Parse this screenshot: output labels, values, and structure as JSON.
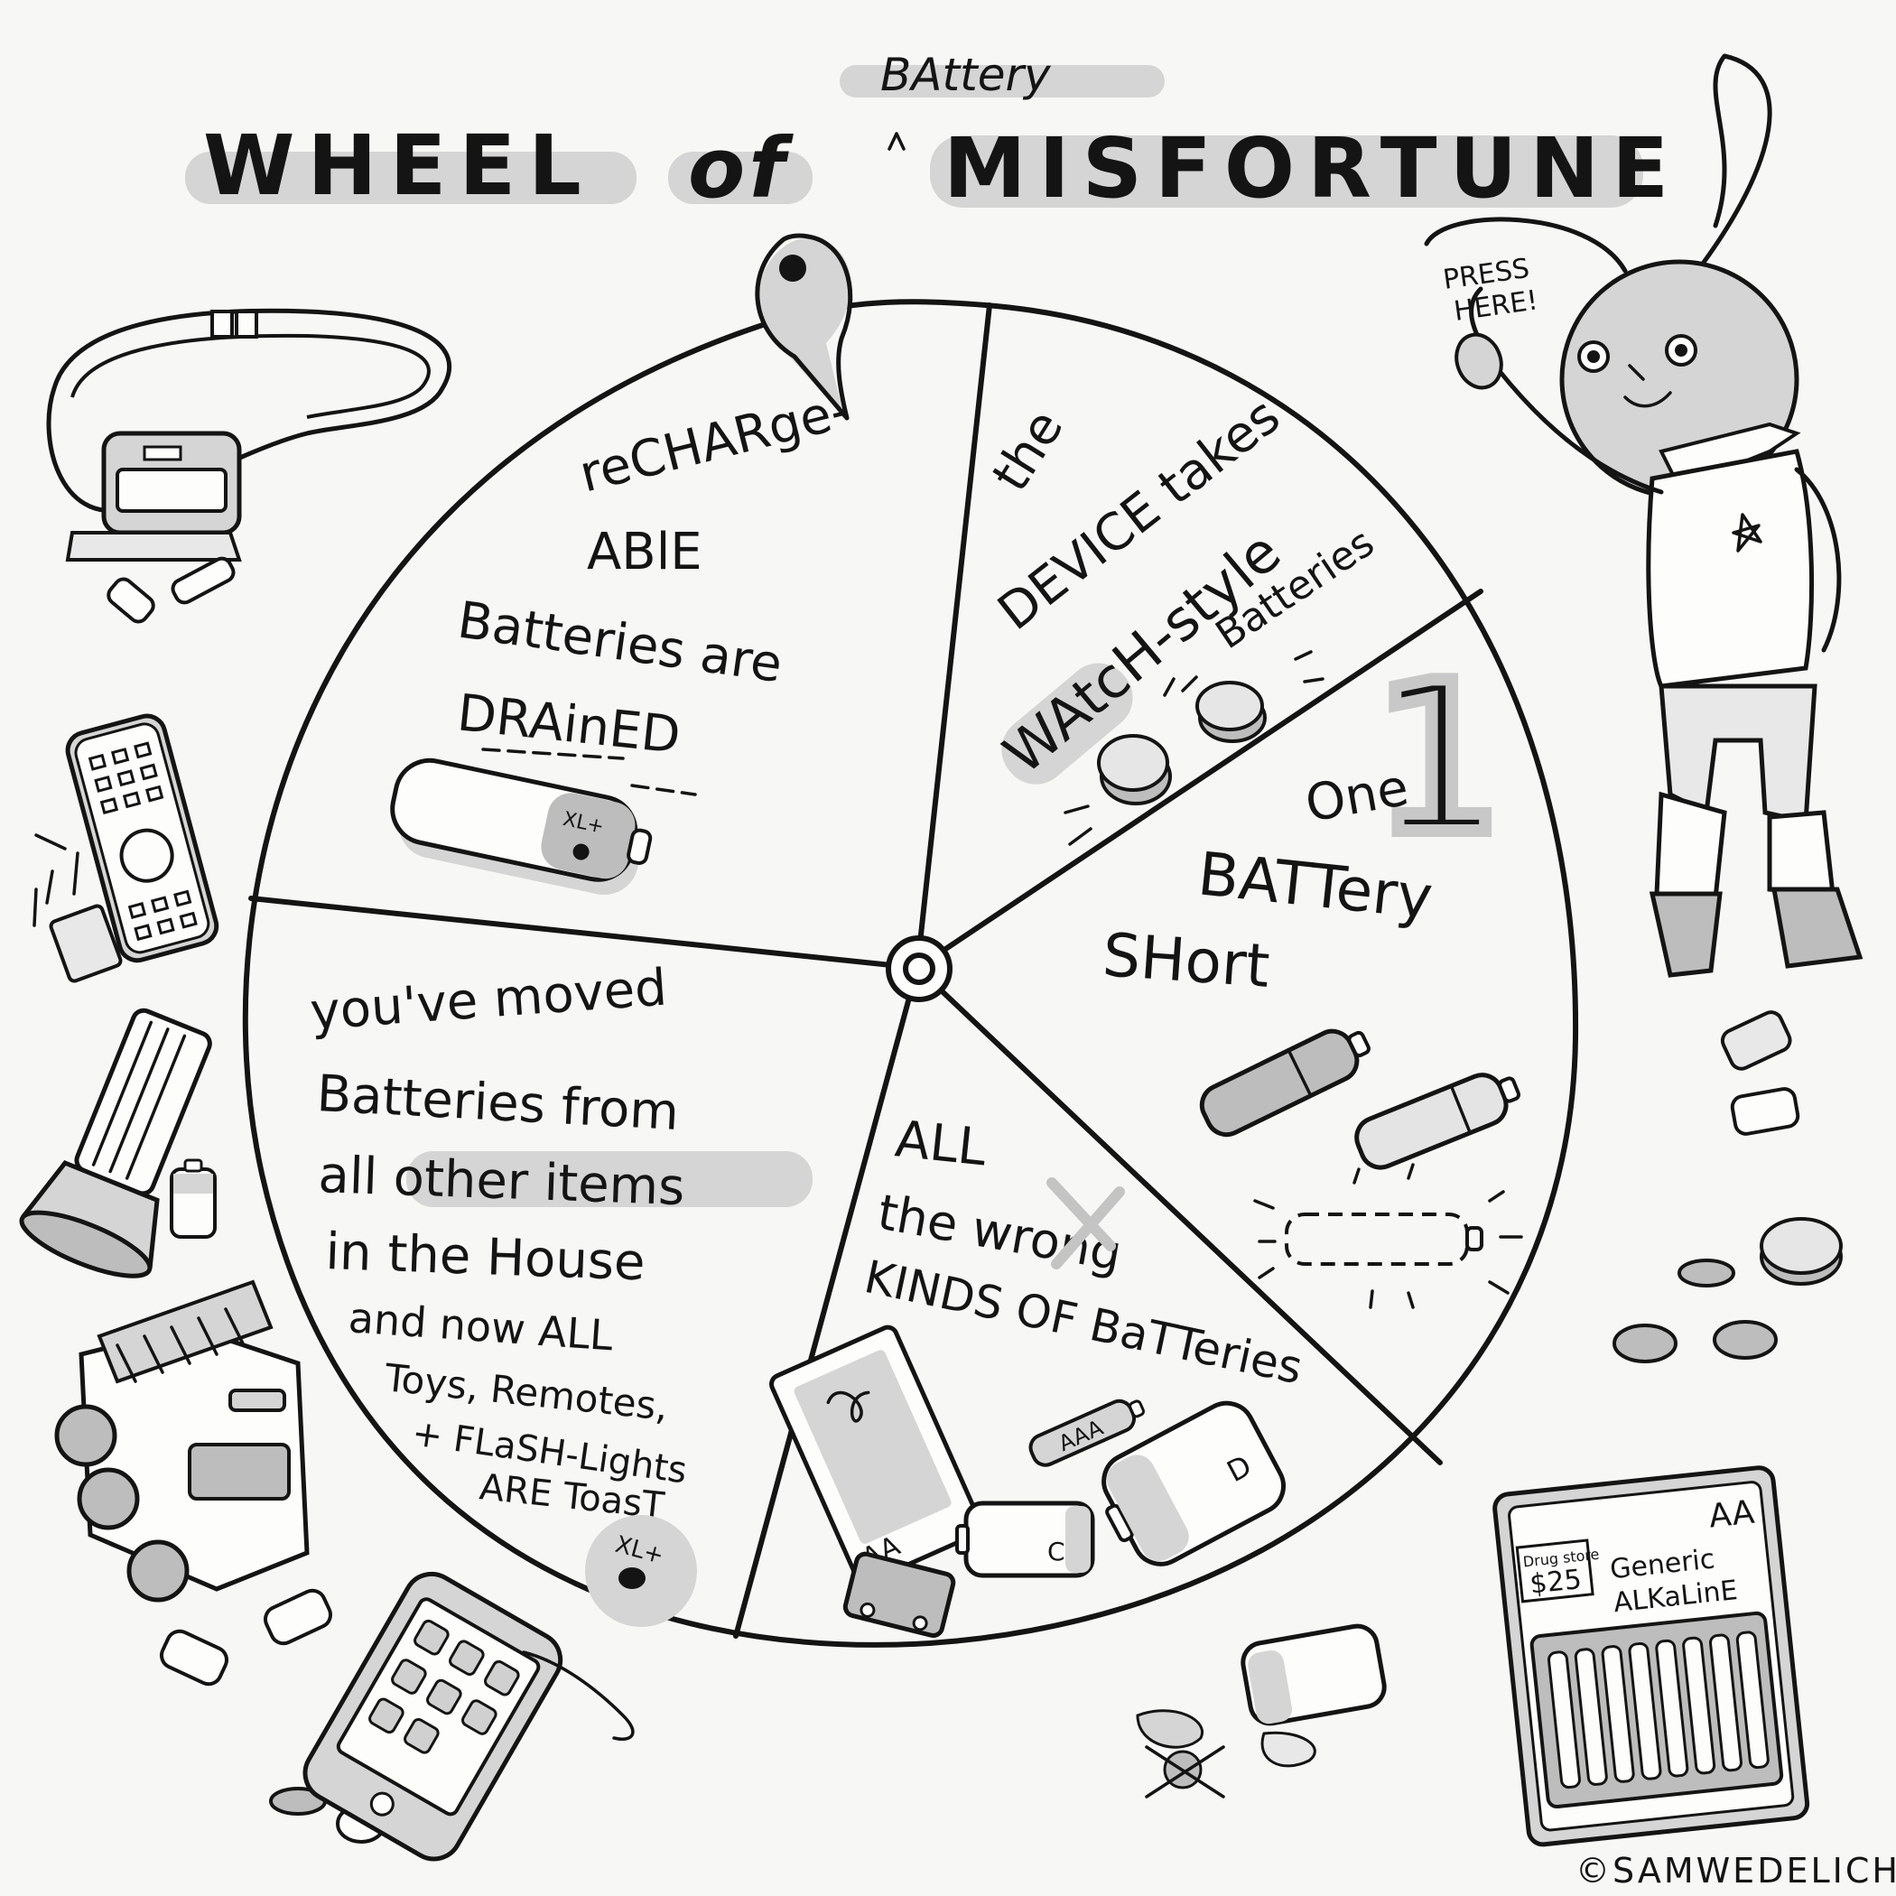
{
  "title": {
    "part1": "WHEEL",
    "part2": "of",
    "insert": "BAttery",
    "part3": "MISFORTUNE"
  },
  "wheel": {
    "wedges": [
      {
        "lines": [
          "reCHARge-",
          "ABlE",
          "Batteries are",
          "DRAinED"
        ]
      },
      {
        "lines": [
          "the",
          "DEVICE takes",
          "WAtcH-style",
          "Batteries"
        ]
      },
      {
        "lines": [
          "One",
          "BATTery",
          "SHort"
        ],
        "numeral": "1"
      },
      {
        "lines": [
          "ALL",
          "the wrong",
          "KINDS OF BaTTeries"
        ]
      },
      {
        "lines": [
          "you've moved",
          "Batteries from",
          "all other items",
          "in the House",
          "and now ALL",
          "Toys, Remotes,",
          "+ FLaSH-Lights",
          "ARE ToasT"
        ]
      }
    ]
  },
  "bunny": {
    "speech": [
      "PRESS",
      "HERE!"
    ]
  },
  "labels": {
    "battery_xl": "XL+",
    "aa_pack": "AA",
    "aaa": "AAA",
    "c_cell": "C",
    "d_cell": "D",
    "card_size": "AA",
    "card_brand": [
      "Generic",
      "ALKaLinE"
    ],
    "card_price": [
      "Drug store",
      "$25"
    ]
  },
  "credit": "©SAMWEDELICH"
}
